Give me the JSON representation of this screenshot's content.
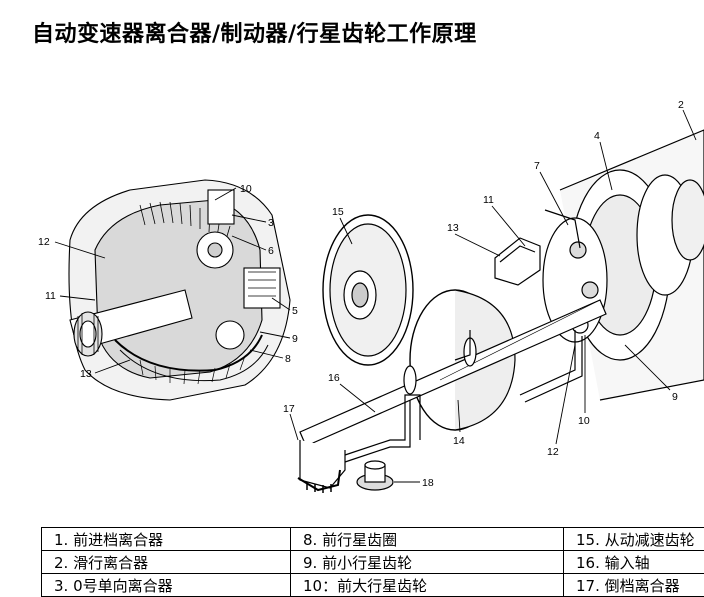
{
  "title": "自动变速器离合器/制动器/行星齿轮工作原理",
  "left_callouts": [
    "10",
    "3",
    "6",
    "5",
    "9",
    "8",
    "12",
    "11",
    "13"
  ],
  "right_callouts": [
    "2",
    "4",
    "7",
    "11",
    "13",
    "15",
    "16",
    "17",
    "14",
    "18",
    "12",
    "10",
    "9"
  ],
  "legend": {
    "rows": [
      [
        "1. 前进档离合器",
        "8. 前行星齿圈",
        "15. 从动减速齿轮"
      ],
      [
        "2. 滑行离合器",
        "9. 前小行星齿轮",
        "16. 输入轴"
      ],
      [
        "3. 0号单向离合器",
        "10：前大行星齿轮",
        "17. 倒档离合器"
      ]
    ]
  }
}
